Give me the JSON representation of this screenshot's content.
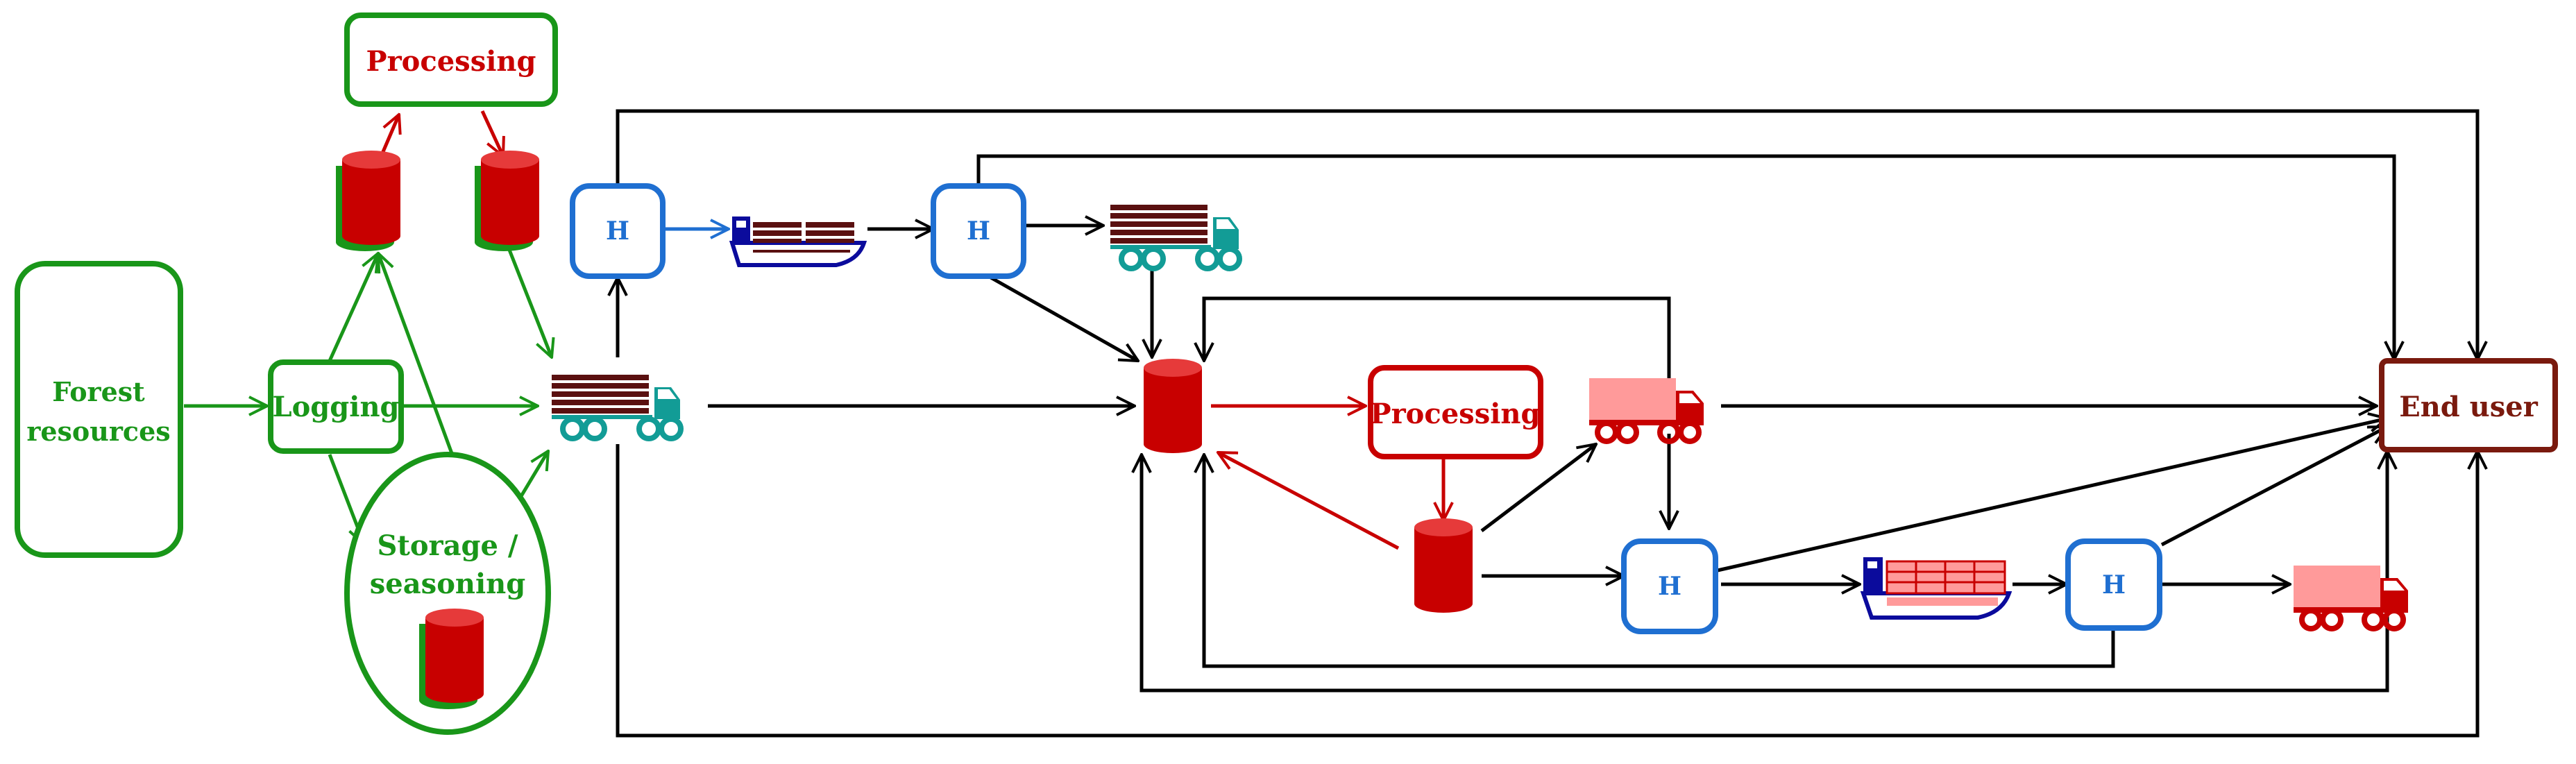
{
  "colors": {
    "green": "#199619",
    "red": "#c80000",
    "red_dark": "#a00000",
    "pink": "#ff9a9a",
    "blue": "#1f6fd1",
    "navy": "#0b0b9c",
    "teal": "#129c96",
    "brown": "#7a1a0e",
    "black": "#000000"
  },
  "nodes": {
    "forest_line1": "Forest",
    "forest_line2": "resources",
    "logging": "Logging",
    "processing_top": "Processing",
    "storage_line1": "Storage /",
    "storage_line2": "seasoning",
    "processing_mid": "Processing",
    "end_user": "End user",
    "hub_label": "H"
  },
  "icons": {
    "cylinder": "storage-cylinder-icon",
    "truck_logs": "log-truck-icon",
    "truck_red": "red-truck-icon",
    "ship_logs": "log-ship-icon",
    "ship_containers": "container-ship-icon"
  }
}
